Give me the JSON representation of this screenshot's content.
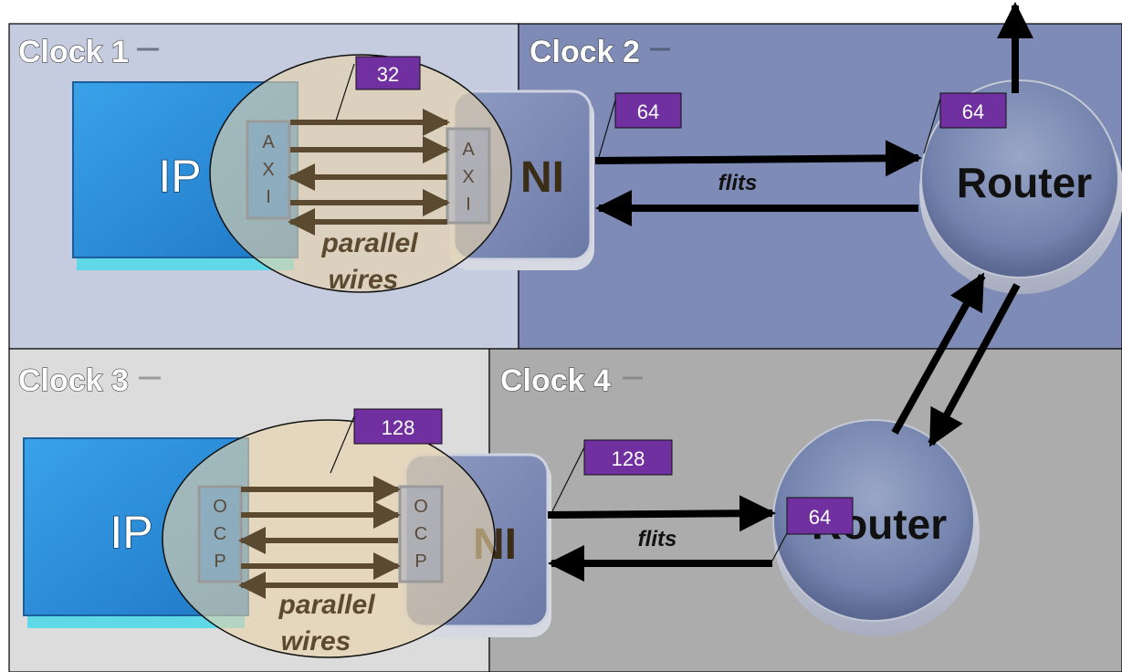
{
  "zones": {
    "clock1": "Clock 1",
    "clock2": "Clock 2",
    "clock3": "Clock 3",
    "clock4": "Clock 4"
  },
  "top": {
    "ip_label": "IP",
    "ni_label": "NI",
    "router_label": "Router",
    "ip_protocol": [
      "A",
      "X",
      "I"
    ],
    "ni_protocol": [
      "A",
      "X",
      "I"
    ],
    "wires_label_line1": "parallel",
    "wires_label_line2": "wires",
    "flits_label": "flits",
    "width_wires": "32",
    "width_ni": "64",
    "width_router": "64"
  },
  "bottom": {
    "ip_label": "IP",
    "ni_label": "NI",
    "router_label": "Router",
    "ip_protocol": [
      "O",
      "C",
      "P"
    ],
    "ni_protocol": [
      "O",
      "C",
      "P"
    ],
    "wires_label_line1": "parallel",
    "wires_label_line2": "wires",
    "flits_label": "flits",
    "width_wires": "128",
    "width_ni": "128",
    "width_router": "64"
  },
  "colors": {
    "zone1": "#c6cce0",
    "zone2": "#7d8bb6",
    "zone3": "#dcdcdc",
    "zone4": "#acacac",
    "ip_block": "#2f8ed7",
    "ellipse": "#e9d3a9",
    "wire_arrow": "#5c4a30",
    "width_tag": "#7030a0"
  }
}
